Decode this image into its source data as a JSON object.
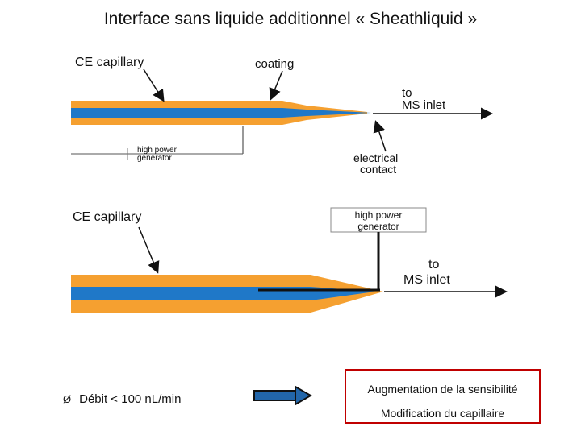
{
  "title": "Interface sans liquide additionnel « Sheathliquid »",
  "top_diagram": {
    "capillary_label": "CE capillary",
    "coating_label": "coating",
    "outlet_label_line1": "to",
    "outlet_label_line2": "MS inlet",
    "generator_line1": "high power",
    "generator_line2": "generator",
    "contact_line1": "electrical",
    "contact_line2": "contact"
  },
  "bottom_diagram": {
    "capillary_label": "CE capillary",
    "generator_line1": "high power",
    "generator_line2": "generator",
    "outlet_label_line1": "to",
    "outlet_label_line2": "MS inlet"
  },
  "bullet": {
    "marker": "Ø",
    "text": "Débit < 100 nL/min"
  },
  "results": {
    "line1": "Augmentation de la sensibilité",
    "line2": "Modification du capillaire"
  },
  "colors": {
    "capillary_wall": "#f5a030",
    "capillary_core": "#1f78c8",
    "frame": "#c00000",
    "big_arrow": "#2266aa"
  }
}
